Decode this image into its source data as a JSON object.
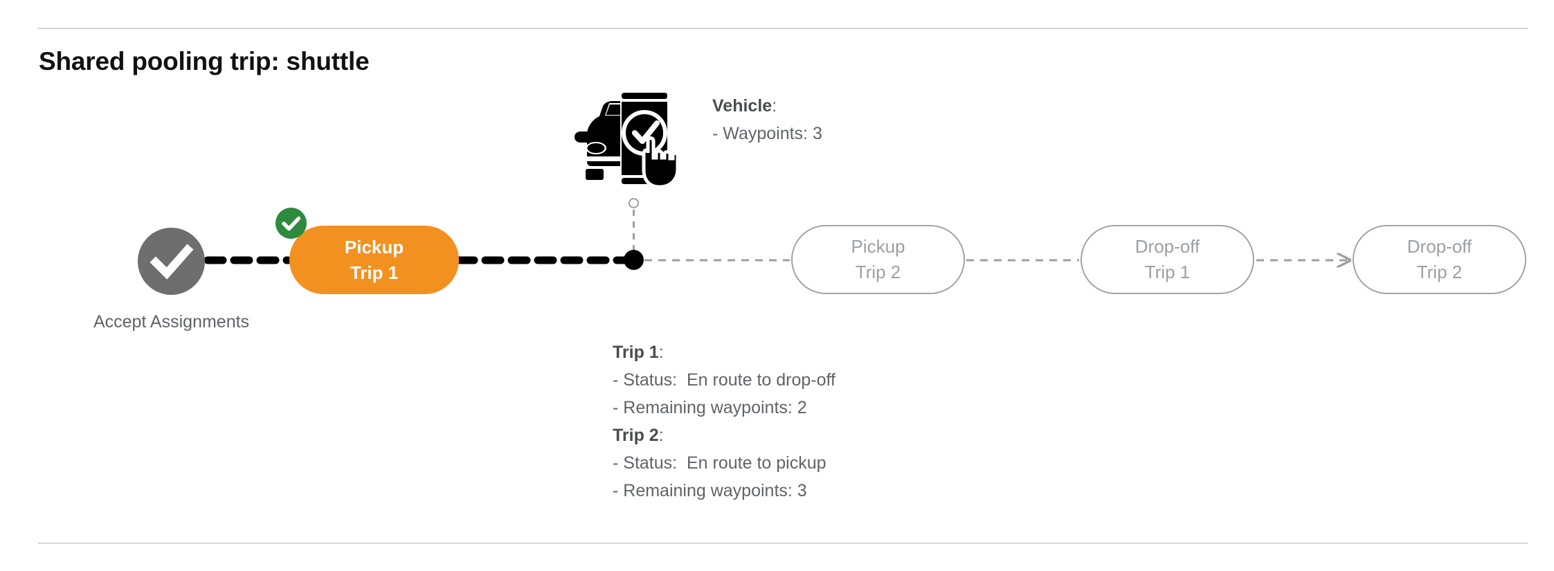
{
  "header": {
    "title": "Shared pooling trip: shuttle"
  },
  "diagram": {
    "type": "timeline-flow",
    "start_node": {
      "icon": "check-circle-icon",
      "label": "Accept\nAssignments",
      "color": "#6e6e6e",
      "state": "completed"
    },
    "nodes": [
      {
        "id": "pickup-trip-1",
        "line1": "Pickup",
        "line2": "Trip 1",
        "state": "active",
        "color": "#f2911f",
        "badge": "check-badge-icon",
        "badge_color": "#2e8b3d"
      },
      {
        "id": "pickup-trip-2",
        "line1": "Pickup",
        "line2": "Trip 2",
        "state": "pending",
        "color": "#a3a3a3"
      },
      {
        "id": "dropoff-trip-1",
        "line1": "Drop-off",
        "line2": "Trip 1",
        "state": "pending",
        "color": "#a3a3a3"
      },
      {
        "id": "dropoff-trip-2",
        "line1": "Drop-off",
        "line2": "Trip 2",
        "state": "pending",
        "color": "#a3a3a3"
      }
    ],
    "current_position": {
      "marker": "position-dot",
      "color": "#000000"
    },
    "vehicle_icon": "car-phone-check-icon"
  },
  "annotations": {
    "vehicle": {
      "heading": "Vehicle",
      "heading_suffix": ":",
      "lines": [
        "- Waypoints: 3"
      ]
    },
    "trips": [
      {
        "heading": "Trip 1",
        "heading_suffix": ":",
        "status_label": "- Status:",
        "status_value": "En route to drop-off",
        "waypoints_line": "- Remaining waypoints: 2"
      },
      {
        "heading": "Trip 2",
        "heading_suffix": ":",
        "status_label": "- Status:",
        "status_value": "En route to pickup",
        "waypoints_line": "- Remaining waypoints: 3"
      }
    ]
  },
  "colors": {
    "accent_orange": "#f2911f",
    "completed_green": "#2e8b3d",
    "node_gray": "#6e6e6e",
    "pending_gray": "#a3a3a3",
    "text_gray": "#5f6368",
    "rule_gray": "#d6d6d6"
  }
}
